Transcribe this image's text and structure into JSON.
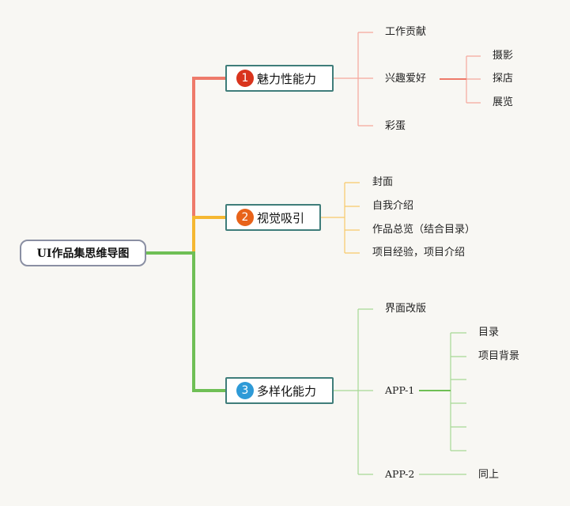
{
  "root": {
    "label": "UI作品集思维导图"
  },
  "branches": [
    {
      "number": "1",
      "label": "魅力性能力",
      "color": "#ee7a6a",
      "badge_color": "#d9341d",
      "children": [
        "工作贡献",
        "兴趣爱好",
        "彩蛋"
      ],
      "hobbies": [
        "摄影",
        "探店",
        "展览"
      ]
    },
    {
      "number": "2",
      "label": "视觉吸引",
      "color": "#f5b731",
      "badge_color": "#e8631a",
      "children": [
        "封面",
        "自我介绍",
        "作品总览（结合目录）",
        "项目经验，项目介绍"
      ]
    },
    {
      "number": "3",
      "label": "多样化能力",
      "color": "#6fbf55",
      "badge_color": "#2e9ad7",
      "children": [
        "界面改版",
        "APP-1",
        "APP-2"
      ],
      "app1": [
        "目录",
        "项目背景",
        "",
        "",
        "",
        ""
      ],
      "app2": [
        "同上"
      ]
    }
  ]
}
